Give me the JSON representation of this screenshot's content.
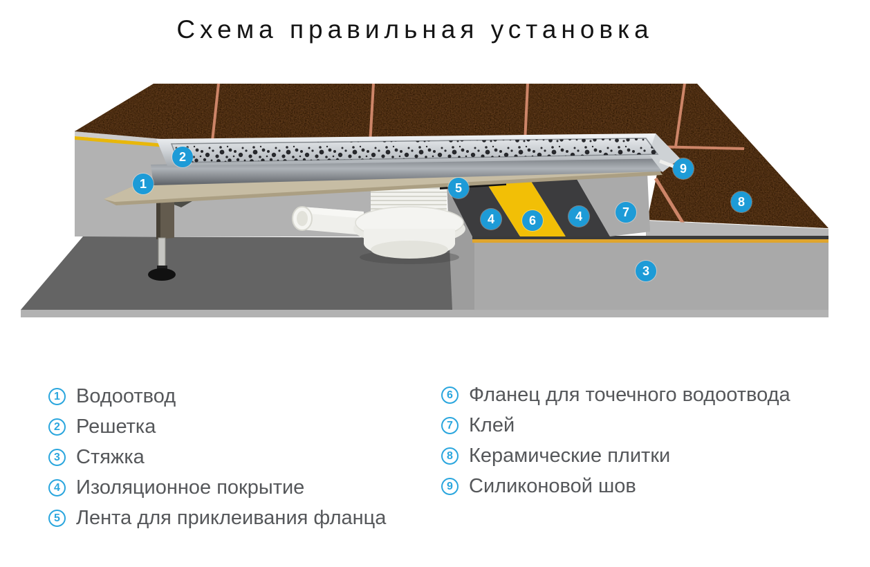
{
  "title": "Схема правильная установка",
  "diagram": {
    "description": "Cross-section installation scheme of a linear shower drain",
    "markers": [
      {
        "label": "1",
        "part": "Водоотвод"
      },
      {
        "label": "2",
        "part": "Решетка"
      },
      {
        "label": "3",
        "part": "Стяжка"
      },
      {
        "label": "4",
        "part": "Изоляционное покрытие"
      },
      {
        "label": "5",
        "part": "Лента для приклеивания фланца"
      },
      {
        "label": "6",
        "part": "Фланец для точечного водоотвода"
      },
      {
        "label": "4",
        "part": "Изоляционное покрытие"
      },
      {
        "label": "7",
        "part": "Клей"
      },
      {
        "label": "8",
        "part": "Керамические плитки"
      },
      {
        "label": "9",
        "part": "Силиконовой шов"
      }
    ]
  },
  "legend": {
    "left": [
      {
        "num": "1",
        "label": "Водоотвод"
      },
      {
        "num": "2",
        "label": "Решетка"
      },
      {
        "num": "3",
        "label": "Стяжка"
      },
      {
        "num": "4",
        "label": "Изоляционное покрытие"
      },
      {
        "num": "5",
        "label": "Лента для приклеивания фланца"
      }
    ],
    "right": [
      {
        "num": "6",
        "label": "Фланец для точечного водоотвода"
      },
      {
        "num": "7",
        "label": "Клей"
      },
      {
        "num": "8",
        "label": "Керамические плитки"
      },
      {
        "num": "9",
        "label": "Силиконовой шов"
      }
    ]
  },
  "colors": {
    "marker_blue": "#1d9bd7",
    "legend_blue": "#2aa6de",
    "tile_brown": "#5f3a1d",
    "grout_salmon": "#cd8568",
    "flange_yellow": "#f2bf06",
    "screed_gray": "#b0b0b0",
    "insulation_dark": "#3c3c3e",
    "steel_light": "#e8eaec"
  }
}
